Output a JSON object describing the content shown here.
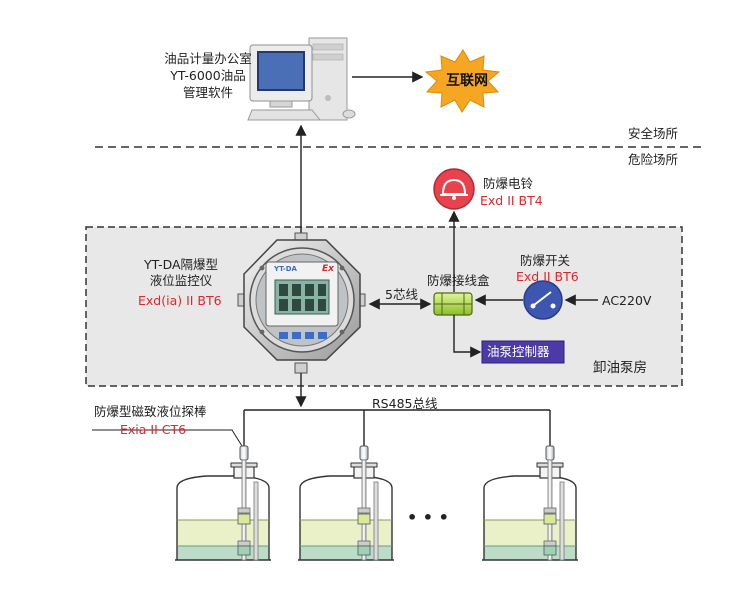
{
  "office": {
    "line1": "油品计量办公室",
    "line2": "YT-6000油品",
    "line3": "管理软件"
  },
  "internet_label": "互联网",
  "zones": {
    "safe": "安全场所",
    "hazard": "危险场所"
  },
  "bell": {
    "name": "防爆电铃",
    "rating": "Exd II BT4"
  },
  "monitor": {
    "name_line1": "YT-DA隔爆型",
    "name_line2": "液位监控仪",
    "rating": "Exd(ia) II BT6",
    "screen_brand": "YT-DA",
    "ex_mark": "Ex"
  },
  "five_core_label": "5芯线",
  "junction_box": {
    "name": "防爆接线盒"
  },
  "switch": {
    "name": "防爆开关",
    "rating": "Exd II BT6"
  },
  "power_label": "AC220V",
  "pump_controller": "油泵控制器",
  "pump_room": "卸油泵房",
  "bus_label": "RS485总线",
  "probe": {
    "name": "防爆型磁致液位探棒",
    "rating": "Exia II CT6"
  },
  "ellipsis": "• • •",
  "colors": {
    "bell_red": "#e8424c",
    "switch_blue": "#3d57b0",
    "box_green": "#b8e04a",
    "controller_purple": "#4d3aa8",
    "internet_orange": "#f5a623",
    "rating_red": "#e0262b",
    "pump_room_fill": "#e8e8e8"
  }
}
